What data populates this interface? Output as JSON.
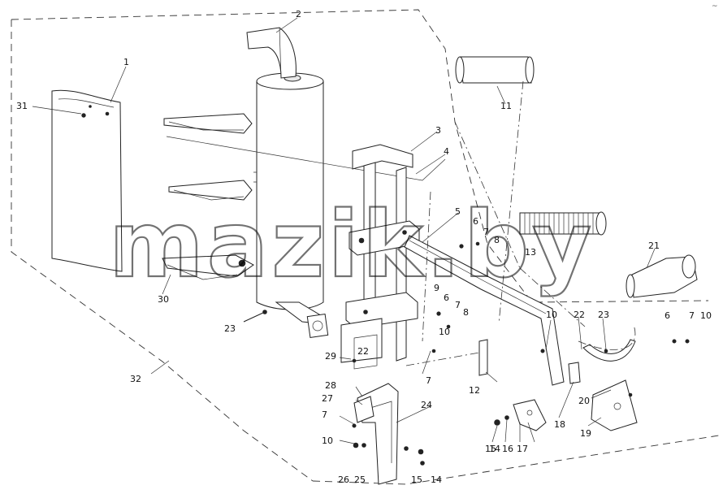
{
  "watermark": "mazik.by",
  "corner_mark": "~",
  "callouts": [
    {
      "id": "c1",
      "label": "1"
    },
    {
      "id": "c2",
      "label": "2"
    },
    {
      "id": "c3",
      "label": "3"
    },
    {
      "id": "c4",
      "label": "4"
    },
    {
      "id": "c5",
      "label": "5"
    },
    {
      "id": "c6a",
      "label": "6"
    },
    {
      "id": "c6b",
      "label": "6"
    },
    {
      "id": "c6c",
      "label": "6"
    },
    {
      "id": "c7a",
      "label": "7"
    },
    {
      "id": "c7b",
      "label": "7"
    },
    {
      "id": "c7c",
      "label": "7"
    },
    {
      "id": "c7d",
      "label": "7"
    },
    {
      "id": "c7e",
      "label": "7"
    },
    {
      "id": "c8a",
      "label": "8"
    },
    {
      "id": "c8b",
      "label": "8"
    },
    {
      "id": "c9",
      "label": "9"
    },
    {
      "id": "c10a",
      "label": "10"
    },
    {
      "id": "c10b",
      "label": "10"
    },
    {
      "id": "c10c",
      "label": "10"
    },
    {
      "id": "c10d",
      "label": "10"
    },
    {
      "id": "c11",
      "label": "11"
    },
    {
      "id": "c12",
      "label": "12"
    },
    {
      "id": "c13",
      "label": "13"
    },
    {
      "id": "c14a",
      "label": "14"
    },
    {
      "id": "c14b",
      "label": "14"
    },
    {
      "id": "c15a",
      "label": "15"
    },
    {
      "id": "c15b",
      "label": "15"
    },
    {
      "id": "c16",
      "label": "16"
    },
    {
      "id": "c17",
      "label": "17"
    },
    {
      "id": "c18",
      "label": "18"
    },
    {
      "id": "c19",
      "label": "19"
    },
    {
      "id": "c20",
      "label": "20"
    },
    {
      "id": "c21",
      "label": "21"
    },
    {
      "id": "c22a",
      "label": "22"
    },
    {
      "id": "c22b",
      "label": "22"
    },
    {
      "id": "c23a",
      "label": "23"
    },
    {
      "id": "c23b",
      "label": "23"
    },
    {
      "id": "c24",
      "label": "24"
    },
    {
      "id": "c25",
      "label": "25"
    },
    {
      "id": "c26",
      "label": "26"
    },
    {
      "id": "c27",
      "label": "27"
    },
    {
      "id": "c28",
      "label": "28"
    },
    {
      "id": "c29",
      "label": "29"
    },
    {
      "id": "c30",
      "label": "30"
    },
    {
      "id": "c31",
      "label": "31"
    },
    {
      "id": "c32",
      "label": "32"
    }
  ]
}
